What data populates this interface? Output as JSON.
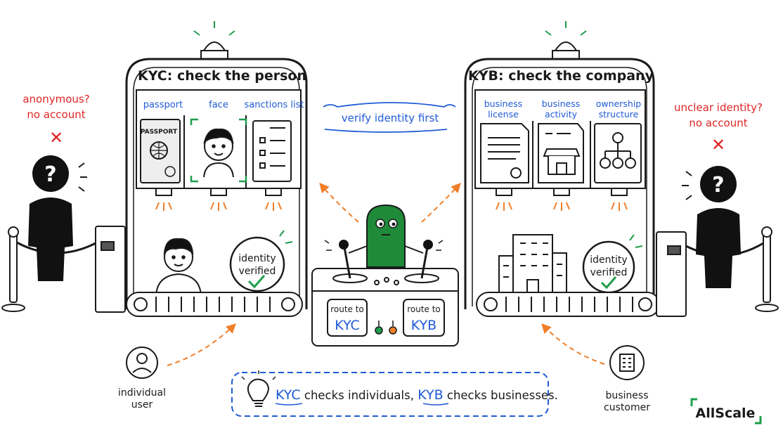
{
  "kyc": {
    "title": "KYC: check the person",
    "checks": [
      {
        "label": "passport",
        "icon": "passport-icon",
        "doc_text": "PASSPORT"
      },
      {
        "label": "face",
        "icon": "face-icon"
      },
      {
        "label": "sanctions list",
        "icon": "checklist-icon"
      }
    ],
    "badge_line1": "identity",
    "badge_line2": "verified"
  },
  "kyb": {
    "title": "KYB: check the company",
    "checks": [
      {
        "label_line1": "business",
        "label_line2": "license",
        "icon": "license-document-icon"
      },
      {
        "label_line1": "business",
        "label_line2": "activity",
        "icon": "storefront-icon"
      },
      {
        "label_line1": "ownership",
        "label_line2": "structure",
        "icon": "org-chart-icon"
      }
    ],
    "badge_line1": "identity",
    "badge_line2": "verified"
  },
  "left_reject": {
    "line1": "anonymous?",
    "line2": "no account",
    "mark": "✕"
  },
  "right_reject": {
    "line1": "unclear identity?",
    "line2": "no account",
    "mark": "✕"
  },
  "center_label": "verify identity first",
  "router": {
    "left_small": "route to",
    "left_big": "KYC",
    "right_small": "route to",
    "right_big": "KYB"
  },
  "individual": {
    "line1": "individual",
    "line2": "user"
  },
  "business": {
    "line1": "business",
    "line2": "customer"
  },
  "summary": {
    "kyc": "KYC",
    "part1": " checks individuals, ",
    "kyb": "KYB",
    "part2": " checks businesses."
  },
  "brand": {
    "name": "AllScale"
  },
  "colors": {
    "ink": "#1a1a1a",
    "blue": "#1f5bd6",
    "red": "#e02424",
    "green": "#1e9e4a",
    "orange": "#f07f2a",
    "mascot": "#1f8a3a"
  }
}
